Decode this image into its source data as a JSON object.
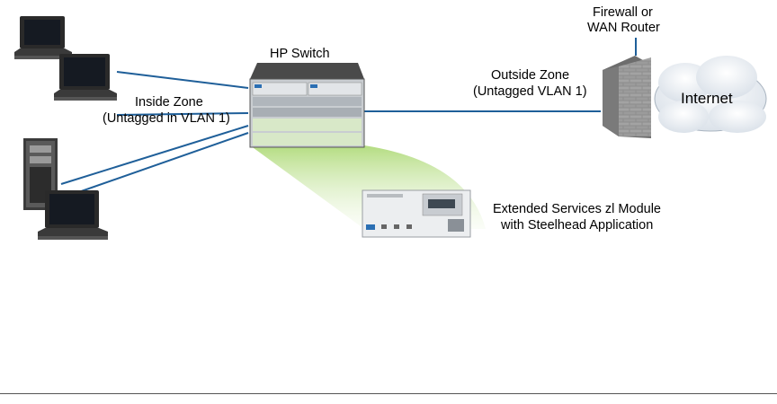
{
  "labels": {
    "hp_switch": "HP Switch",
    "firewall_line1": "Firewall or",
    "firewall_line2": "WAN Router",
    "internet": "Internet",
    "inside_zone_line1": "Inside Zone",
    "inside_zone_line2": "(Untagged in VLAN 1)",
    "outside_zone_line1": "Outside Zone",
    "outside_zone_line2": "(Untagged VLAN 1)",
    "module_line1": "Extended Services zl Module",
    "module_line2": "with Steelhead Application"
  },
  "colors": {
    "link": "#1f5f99",
    "cloud": "#e9eef3",
    "brick": "#8a8a8a",
    "beam": "#a6d66a",
    "switch": "#c9cdd1"
  }
}
